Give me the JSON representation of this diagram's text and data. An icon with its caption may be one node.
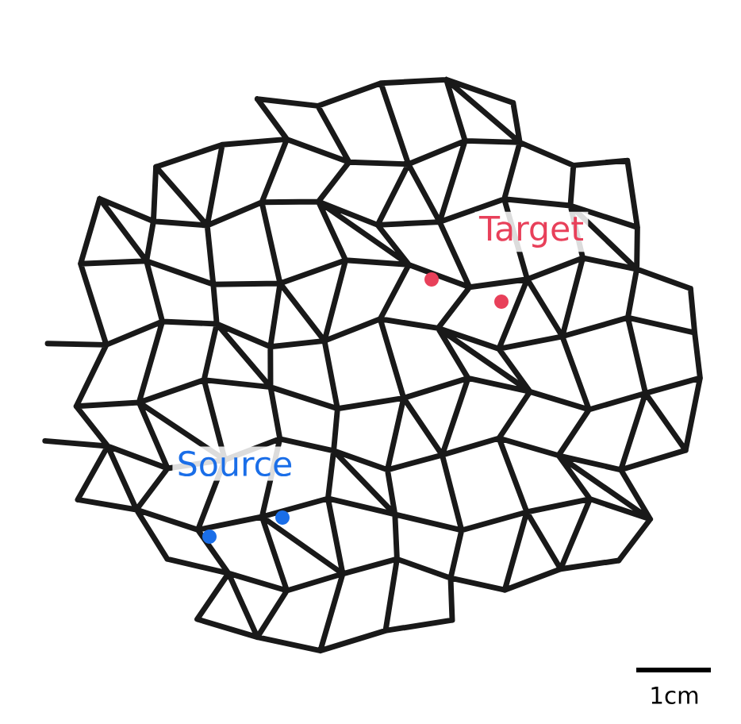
{
  "diagram": {
    "labels": [
      "Target",
      "Source",
      "1cm"
    ]
  }
}
